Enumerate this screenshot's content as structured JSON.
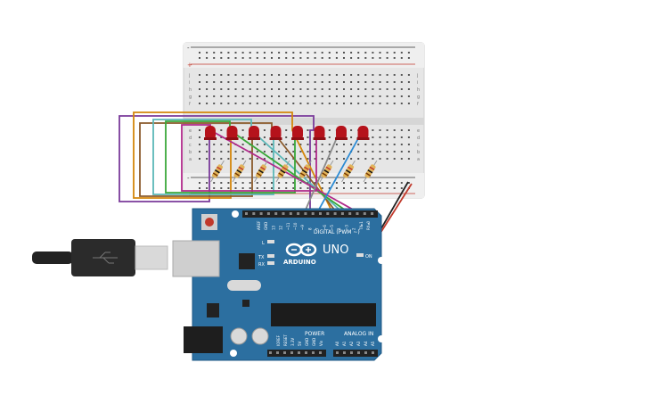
{
  "board": {
    "brand": "ARDUINO",
    "model": "UNO",
    "digital_label": "DIGITAL (PWM ~)",
    "power_label": "POWER",
    "analog_label": "ANALOG IN",
    "on_label": "ON",
    "led_labels": [
      "L",
      "TX",
      "RX"
    ],
    "header_top_labels": [
      "AREF",
      "GND",
      "13",
      "12",
      "~11",
      "~10",
      "~9",
      "8",
      "7",
      "~6",
      "~5",
      "4",
      "~3",
      "2",
      "TX▸1",
      "RX◂0"
    ],
    "power_pin_labels": [
      "IOREF",
      "RESET",
      "3.3V",
      "5V",
      "GND",
      "GND",
      "Vin"
    ],
    "analog_pin_labels": [
      "A0",
      "A1",
      "A2",
      "A3",
      "A4",
      "A5"
    ]
  },
  "breadboard": {
    "row_letters_top": [
      "j",
      "i",
      "h",
      "g",
      "f"
    ],
    "row_letters_bottom": [
      "e",
      "d",
      "c",
      "b",
      "a"
    ],
    "rail_plus": "+",
    "rail_minus": "-",
    "column_count": 30
  },
  "colors": {
    "board": "#2c6fa0",
    "board_edge": "#1f5a86",
    "led": "#b5121b",
    "resistor": "#e0b35a",
    "breadboard": "#e8e8e8",
    "wire_purple": "#7a3a9a",
    "wire_orange": "#d4860b",
    "wire_brown": "#8a5a2b",
    "wire_teal": "#5bb8b8",
    "wire_green": "#3aa83a",
    "wire_magenta": "#b02a8a",
    "wire_gray": "#8a8a8a",
    "wire_blue": "#2a8ad4",
    "wire_red": "#c0392b",
    "wire_black": "#222222"
  },
  "components": {
    "led_count": 8,
    "resistor_count": 8
  }
}
